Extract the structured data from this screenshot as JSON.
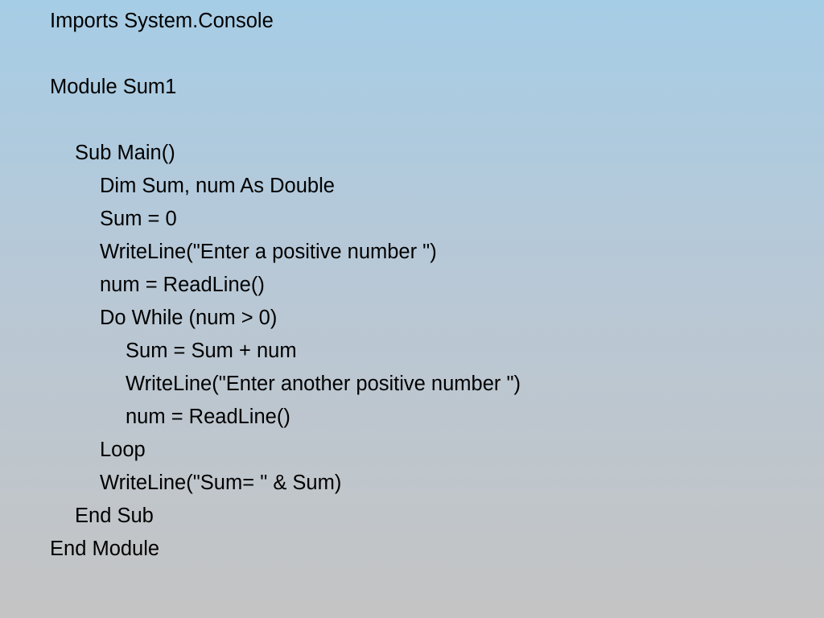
{
  "slide": {
    "code_lines": [
      "Imports System.Console",
      "",
      "Module Sum1",
      "",
      "Sub Main()",
      "Dim Sum, num As Double",
      "Sum = 0",
      "WriteLine(\"Enter a positive number \")",
      "num = ReadLine()",
      "Do While (num > 0)",
      "Sum = Sum + num",
      "WriteLine(\"Enter another positive number \")",
      "num = ReadLine()",
      "Loop",
      "WriteLine(\"Sum= \" & Sum)",
      "End Sub",
      "End Module"
    ]
  }
}
